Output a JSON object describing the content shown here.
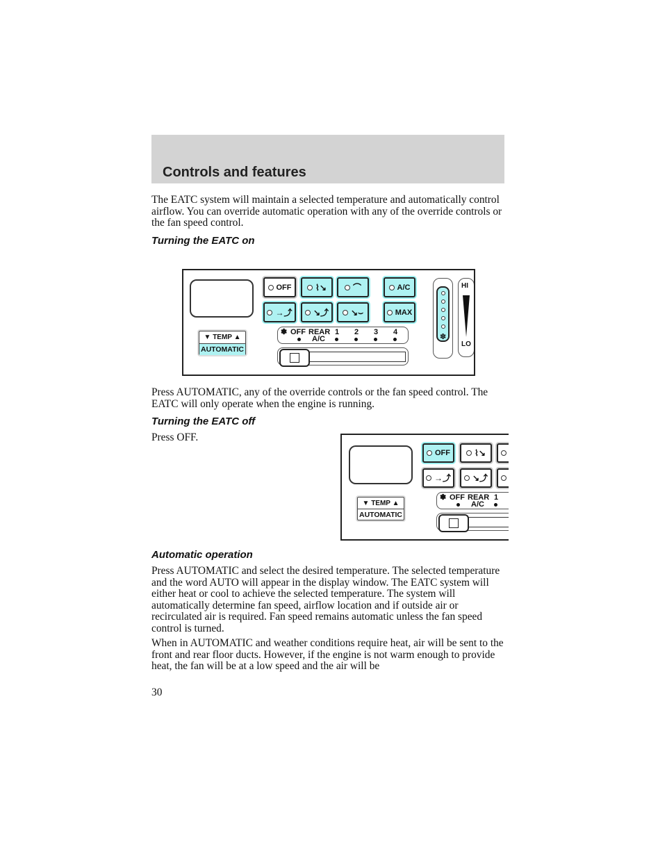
{
  "header": {
    "title": "Controls and features"
  },
  "intro": "The EATC system will maintain a selected temperature and automatically control airflow. You can override automatic operation with any of the override controls or the fan speed control.",
  "section_on": {
    "heading": "Turning the EATC on",
    "text": "Press AUTOMATIC, any of the override controls or the fan speed control. The EATC will only operate when the engine is running."
  },
  "section_off": {
    "heading": "Turning the EATC off",
    "text": "Press OFF."
  },
  "section_auto": {
    "heading": "Automatic operation",
    "p1": "Press AUTOMATIC and select the desired temperature. The selected temperature and the word AUTO will appear in the display window. The EATC system will either heat or cool to achieve the selected temperature. The system will automatically determine fan speed, airflow location and if outside air or recirculated air is required. Fan speed remains automatic unless the fan speed control is turned.",
    "p2": "When in AUTOMATIC and weather conditions require heat, air will be sent to the front and rear floor ducts. However, if the engine is not warm enough to provide heat, the fan will be at a low speed and the air will be"
  },
  "page_number": "30",
  "panel": {
    "off": "OFF",
    "ac": "A/C",
    "max": "MAX",
    "temp": "▼ TEMP ▲",
    "automatic": "AUTOMATIC",
    "fan_off": "OFF",
    "rear": "REAR",
    "rear_ac": "A/C",
    "speeds": [
      "1",
      "2",
      "3",
      "4"
    ],
    "hi": "HI",
    "lo": "LO"
  },
  "colors": {
    "active": "#aef2f2",
    "band": "#d3d3d3"
  }
}
